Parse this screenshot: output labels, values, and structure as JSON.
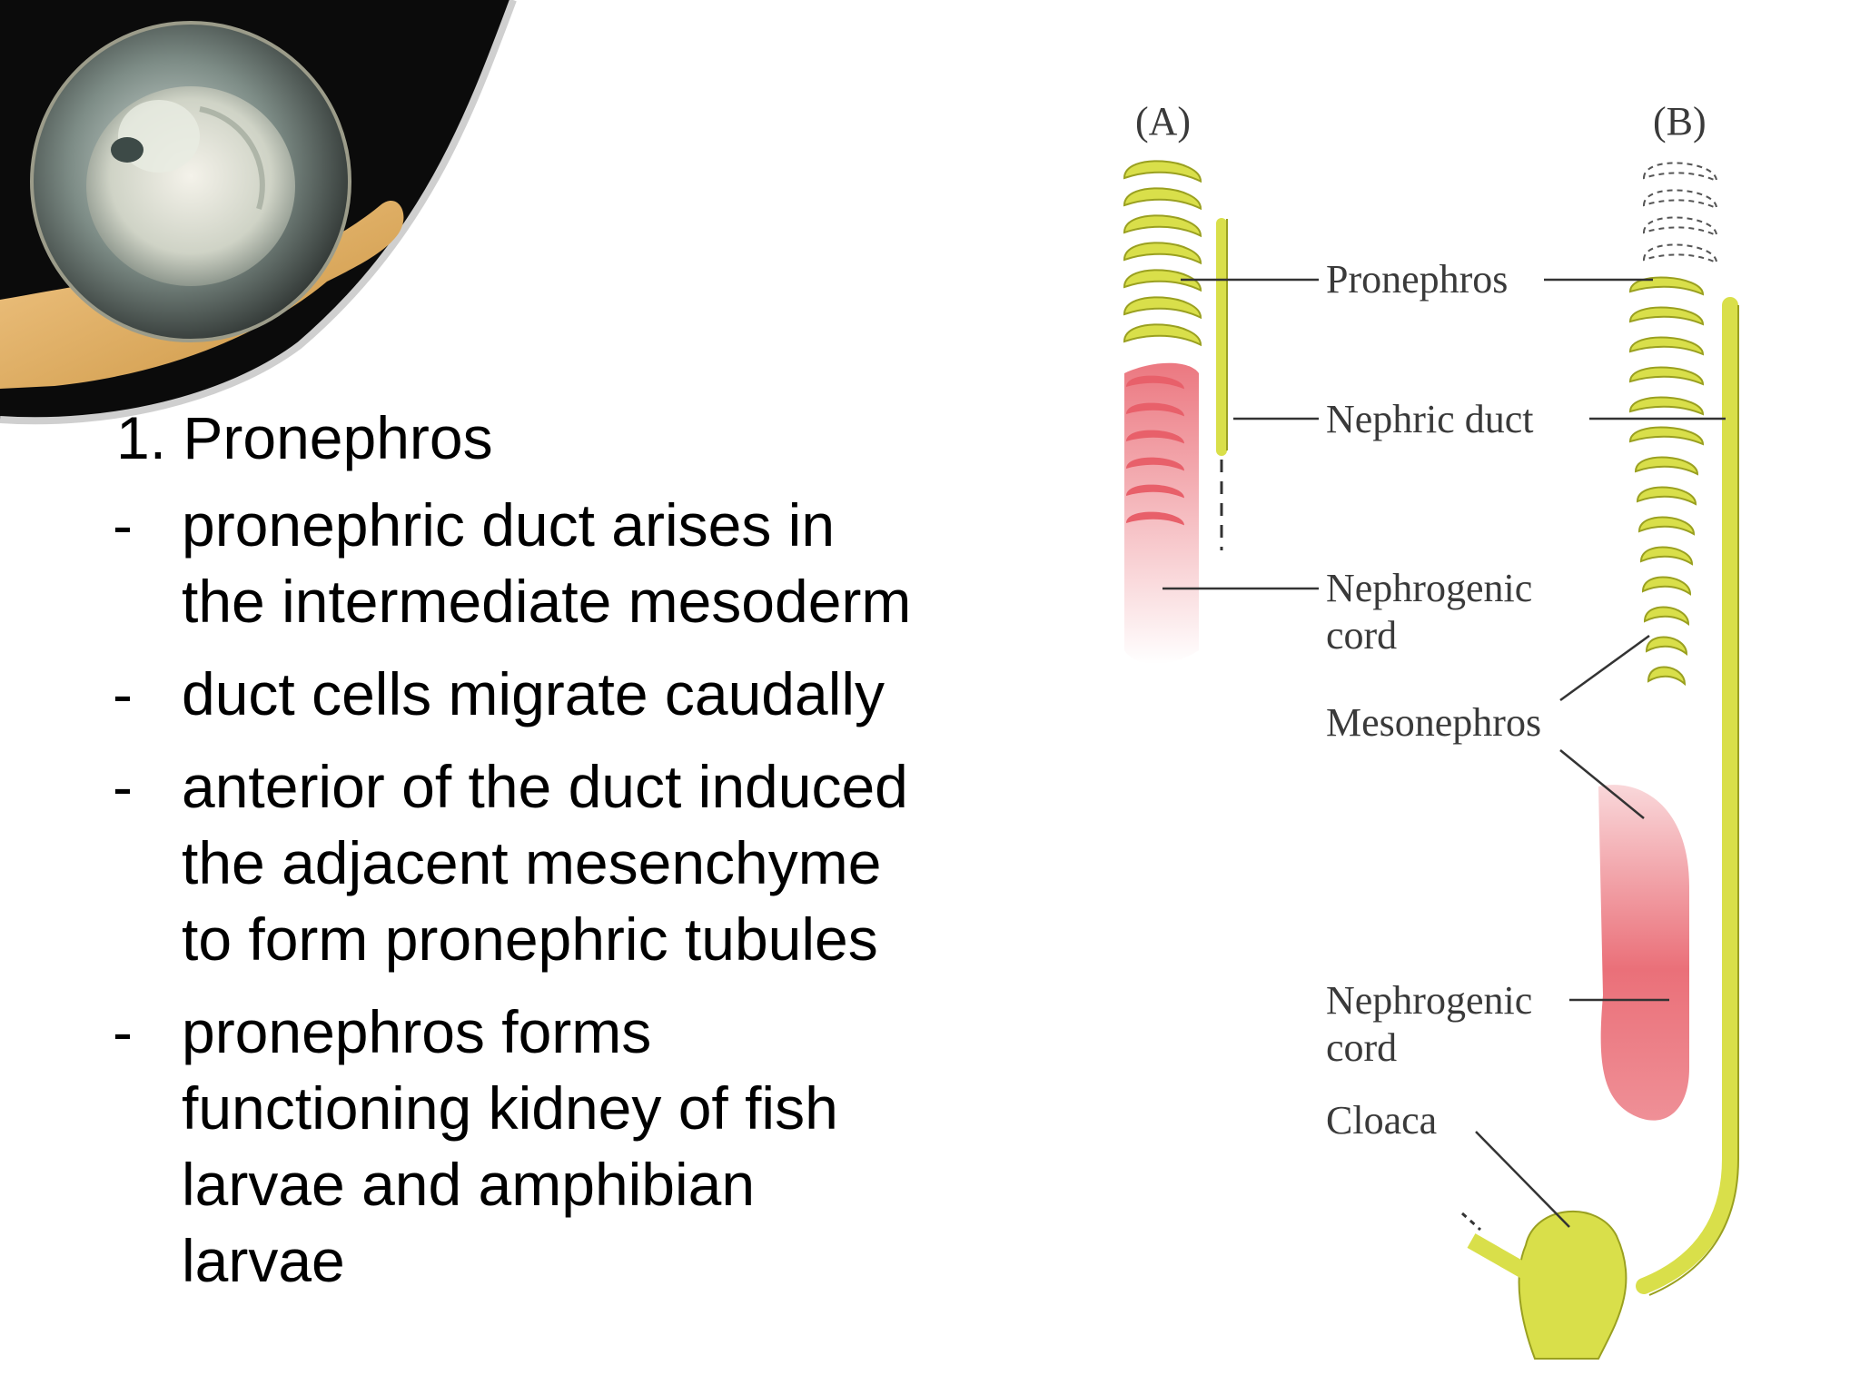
{
  "slide": {
    "heading": "1. Pronephros",
    "bullets": [
      {
        "marker": "-",
        "text": "pronephric duct arises in\nthe intermediate mesoderm"
      },
      {
        "marker": "-",
        "text": "duct cells migrate caudally"
      },
      {
        "marker": "-",
        "text": "anterior of the duct induced\nthe adjacent mesenchyme\nto form pronephric tubules"
      },
      {
        "marker": "-",
        "text": " pronephros forms\nfunctioning kidney of fish\nlarvae and amphibian\nlarvae"
      }
    ]
  },
  "diagram": {
    "panel_a_label": "(A)",
    "panel_b_label": "(B)",
    "labels": {
      "pronephros": "Pronephros",
      "nephric_duct": "Nephric duct",
      "nephrogenic_cord_a_1": "Nephrogenic",
      "nephrogenic_cord_a_2": "cord",
      "mesonephros": "Mesonephros",
      "nephrogenic_cord_b_1": "Nephrogenic",
      "nephrogenic_cord_b_2": "cord",
      "cloaca": "Cloaca"
    },
    "colors": {
      "tubule_yellow": "#d9df4a",
      "tubule_outline": "#9aa020",
      "nephrogenic_red": "#e8606a",
      "leader_line": "#333333"
    }
  }
}
